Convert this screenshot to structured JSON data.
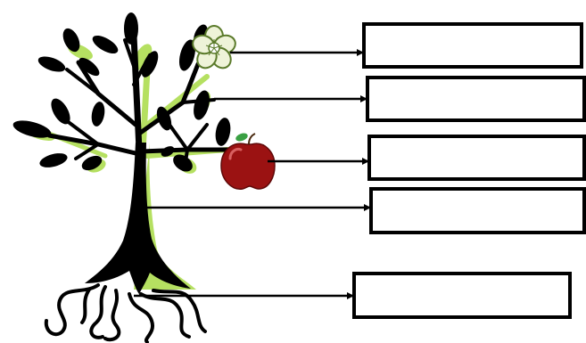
{
  "diagram": {
    "parts": [
      {
        "id": "flower",
        "icon": "flower-icon",
        "answer": ""
      },
      {
        "id": "leaf",
        "icon": "leaf-icon",
        "answer": ""
      },
      {
        "id": "fruit",
        "icon": "apple-icon",
        "answer": ""
      },
      {
        "id": "stem",
        "icon": "trunk-icon",
        "answer": ""
      },
      {
        "id": "root",
        "icon": "roots-icon",
        "answer": ""
      }
    ],
    "colors": {
      "tree": "#000000",
      "highlight": "#b5e061",
      "apple": "#9b1212",
      "apple_leaf": "#3aa043",
      "flower_fill": "#eef3d8",
      "flower_stroke": "#5a7a2a",
      "box_border": "#000000"
    }
  }
}
